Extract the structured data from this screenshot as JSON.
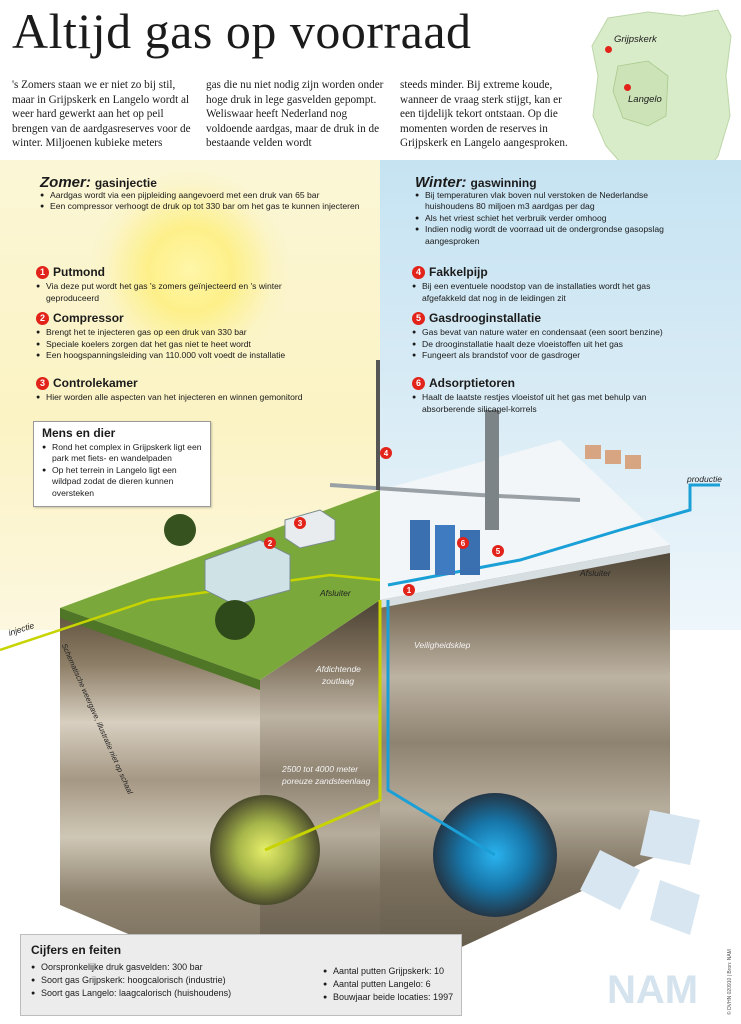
{
  "title": "Altijd gas op voorraad",
  "intro": {
    "col1": "'s Zomers staan we er niet zo bij stil, maar in Grijpskerk en Langelo wordt al weer hard gewerkt aan het op peil brengen van de aardgasreserves voor de winter. Miljoenen kubieke meters",
    "col2": "gas die nu niet nodig zijn worden onder hoge druk in lege gasvelden gepompt. Weliswaar heeft Nederland nog voldoende aardgas, maar de druk in de bestaande velden wordt",
    "col3": "steeds minder. Bij extreme koude, wanneer de vraag sterk stijgt, kan er een tijdelijk tekort ontstaan. Op die momenten worden de reserves in Grijpskerk en Langelo aangesproken."
  },
  "map": {
    "grijpskerk": "Grijpskerk",
    "langelo": "Langelo"
  },
  "summer": {
    "heading": "Zomer:",
    "subheading": "gasinjectie",
    "items": [
      "Aardgas wordt via een pijpleiding aangevoerd met een druk van 65 bar",
      "Een compressor verhoogt de druk op tot 330 bar om het gas te kunnen injecteren"
    ]
  },
  "winter": {
    "heading": "Winter:",
    "subheading": "gaswinning",
    "items": [
      "Bij temperaturen vlak boven nul verstoken de Nederlandse huishoudens 80 miljoen m3 aardgas per dag",
      "Als het vriest schiet het verbruik verder omhoog",
      "Indien nodig wordt de voorraad uit de ondergrondse gasopslag aangesproken"
    ]
  },
  "sections": {
    "s1": {
      "num": "1",
      "title": "Putmond",
      "items": [
        "Via deze put wordt het gas 's zomers geïnjecteerd en 's winter geproduceerd"
      ]
    },
    "s2": {
      "num": "2",
      "title": "Compressor",
      "items": [
        "Brengt het te injecteren gas op een druk van 330 bar",
        "Speciale koelers zorgen dat het gas niet te heet wordt",
        "Een hoogspanningsleiding van 110.000 volt voedt de installatie"
      ]
    },
    "s3": {
      "num": "3",
      "title": "Controlekamer",
      "items": [
        "Hier worden alle aspecten van het injecteren en winnen gemonitord"
      ]
    },
    "s4": {
      "num": "4",
      "title": "Fakkelpijp",
      "items": [
        "Bij een eventuele noodstop van de installaties wordt het gas afgefakkeld dat nog in de leidingen zit"
      ]
    },
    "s5": {
      "num": "5",
      "title": "Gasdrooginstallatie",
      "items": [
        "Gas bevat van nature water en condensaat (een soort benzine)",
        "De drooginstallatie haalt deze vloeistoffen uit het gas",
        "Fungeert als brandstof voor de gasdroger"
      ]
    },
    "s6": {
      "num": "6",
      "title": "Adsorptietoren",
      "items": [
        "Haalt de laatste restjes vloeistof uit het gas met behulp van absorberende silicagel-korrels"
      ]
    }
  },
  "mens": {
    "title": "Mens en dier",
    "items": [
      "Rond het complex in Grijpskerk ligt een park met fiets- en wandelpaden",
      "Op het terrein in Langelo ligt een wildpad zodat de dieren kunnen oversteken"
    ]
  },
  "labels": {
    "injectie": "injectie",
    "productie": "productie",
    "afsluiter": "Afsluiter",
    "afsluiter2": "Afsluiter",
    "veiligheidsklep": "Veiligheidsklep",
    "zoutlaag1": "Afdichtende",
    "zoutlaag2": "zoutlaag",
    "zand1": "2500 tot 4000 meter",
    "zand2": "poreuze zandsteenlaag",
    "schematisch": "Schematische weergave, illustratie niet op schaal",
    "nam": "NAM",
    "credit": "© DVHN 020910 | Bron: NAM"
  },
  "cijfers": {
    "title": "Cijfers en feiten",
    "left": [
      "Oorspronkelijke druk gasvelden: 300 bar",
      "Soort gas Grijpskerk: hoogcalorisch (industrie)",
      "Soort gas Langelo: laagcalorisch (huishoudens)"
    ],
    "right": [
      "Aantal putten Grijpskerk: 10",
      "Aantal putten Langelo: 6",
      "Bouwjaar beide locaties: 1997"
    ]
  },
  "colors": {
    "accent_red": "#e2231a",
    "summer_pipe": "#c8d400",
    "winter_pipe": "#1aa0d6",
    "grass": "#7aa83a",
    "snow": "#f2f6f8"
  }
}
